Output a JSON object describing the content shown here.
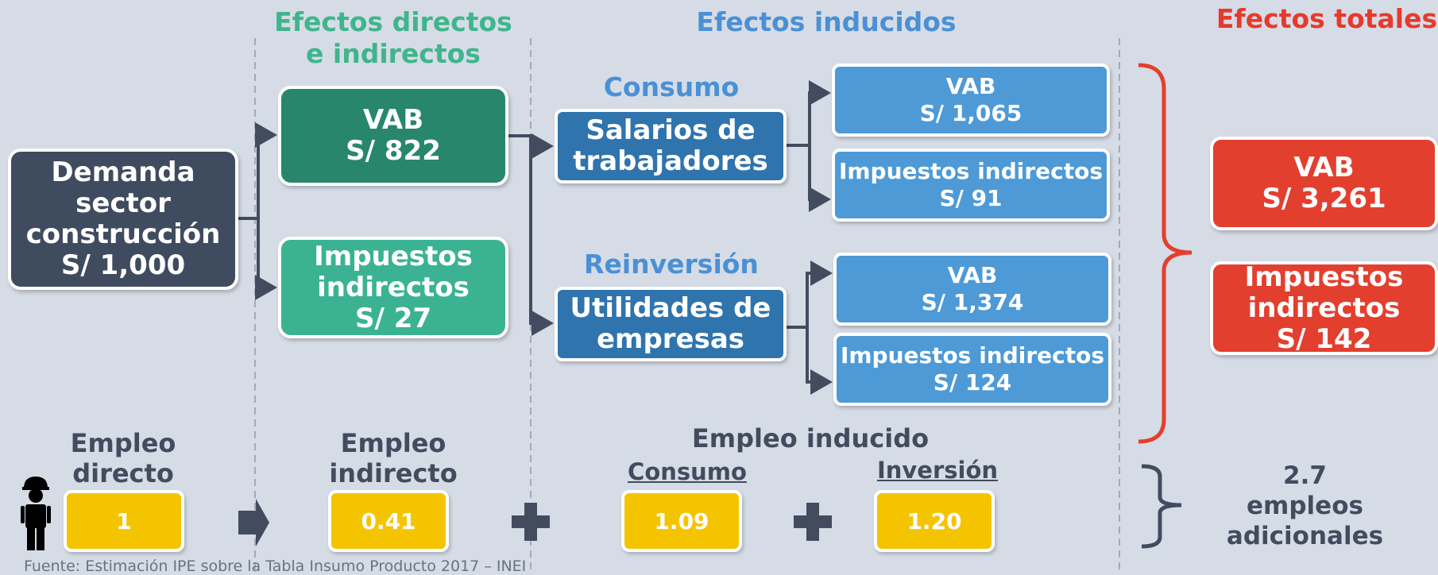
{
  "headers": {
    "direct_indirect_1": "Efectos directos",
    "direct_indirect_2": "e indirectos",
    "induced": "Efectos inducidos",
    "totals": "Efectos totales"
  },
  "demand": {
    "line1": "Demanda",
    "line2": "sector",
    "line3": "construcción",
    "line4": "S/ 1,000"
  },
  "direct": {
    "vab": {
      "line1": "VAB",
      "line2": "S/ 822"
    },
    "taxes": {
      "line1": "Impuestos",
      "line2": "indirectos",
      "line3": "S/ 27"
    }
  },
  "induced": {
    "consumo_label": "Consumo",
    "reinversion_label": "Reinversión",
    "salarios": {
      "line1": "Salarios de",
      "line2": "trabajadores"
    },
    "utilidades": {
      "line1": "Utilidades de",
      "line2": "empresas"
    },
    "consumo_vab": {
      "line1": "VAB",
      "line2": "S/ 1,065"
    },
    "consumo_taxes": {
      "line1": "Impuestos indirectos",
      "line2": "S/ 91"
    },
    "reinv_vab": {
      "line1": "VAB",
      "line2": "S/ 1,374"
    },
    "reinv_taxes": {
      "line1": "Impuestos indirectos",
      "line2": "S/ 124"
    }
  },
  "totals": {
    "vab": {
      "line1": "VAB",
      "line2": "S/ 3,261"
    },
    "taxes": {
      "line1": "Impuestos",
      "line2": "indirectos",
      "line3": "S/ 142"
    }
  },
  "employment": {
    "direct_label": "Empleo directo",
    "indirect_label": "Empleo indirecto",
    "induced_label": "Empleo inducido",
    "consumo_label": "Consumo",
    "inversion_label": "Inversión",
    "direct_value": "1",
    "indirect_value": "0.41",
    "consumo_value": "1.09",
    "inversion_value": "1.20",
    "total_line1": "2.7",
    "total_line2": "empleos",
    "total_line3": "adicionales"
  },
  "footer": {
    "source": "Fuente: Estimación IPE sobre la Tabla Insumo Producto 2017 – INEI"
  },
  "colors": {
    "background": "#d6dce6",
    "demand": "#3f4b5e",
    "direct_vab": "#28866d",
    "direct_taxes": "#3bb392",
    "induced_dark": "#2f74ad",
    "induced_light": "#4d9ad6",
    "totals": "#e33f2f",
    "employment": "#f5c400",
    "header_green": "#3fb58c",
    "header_blue": "#4a90d6",
    "header_red": "#e63a2c"
  }
}
